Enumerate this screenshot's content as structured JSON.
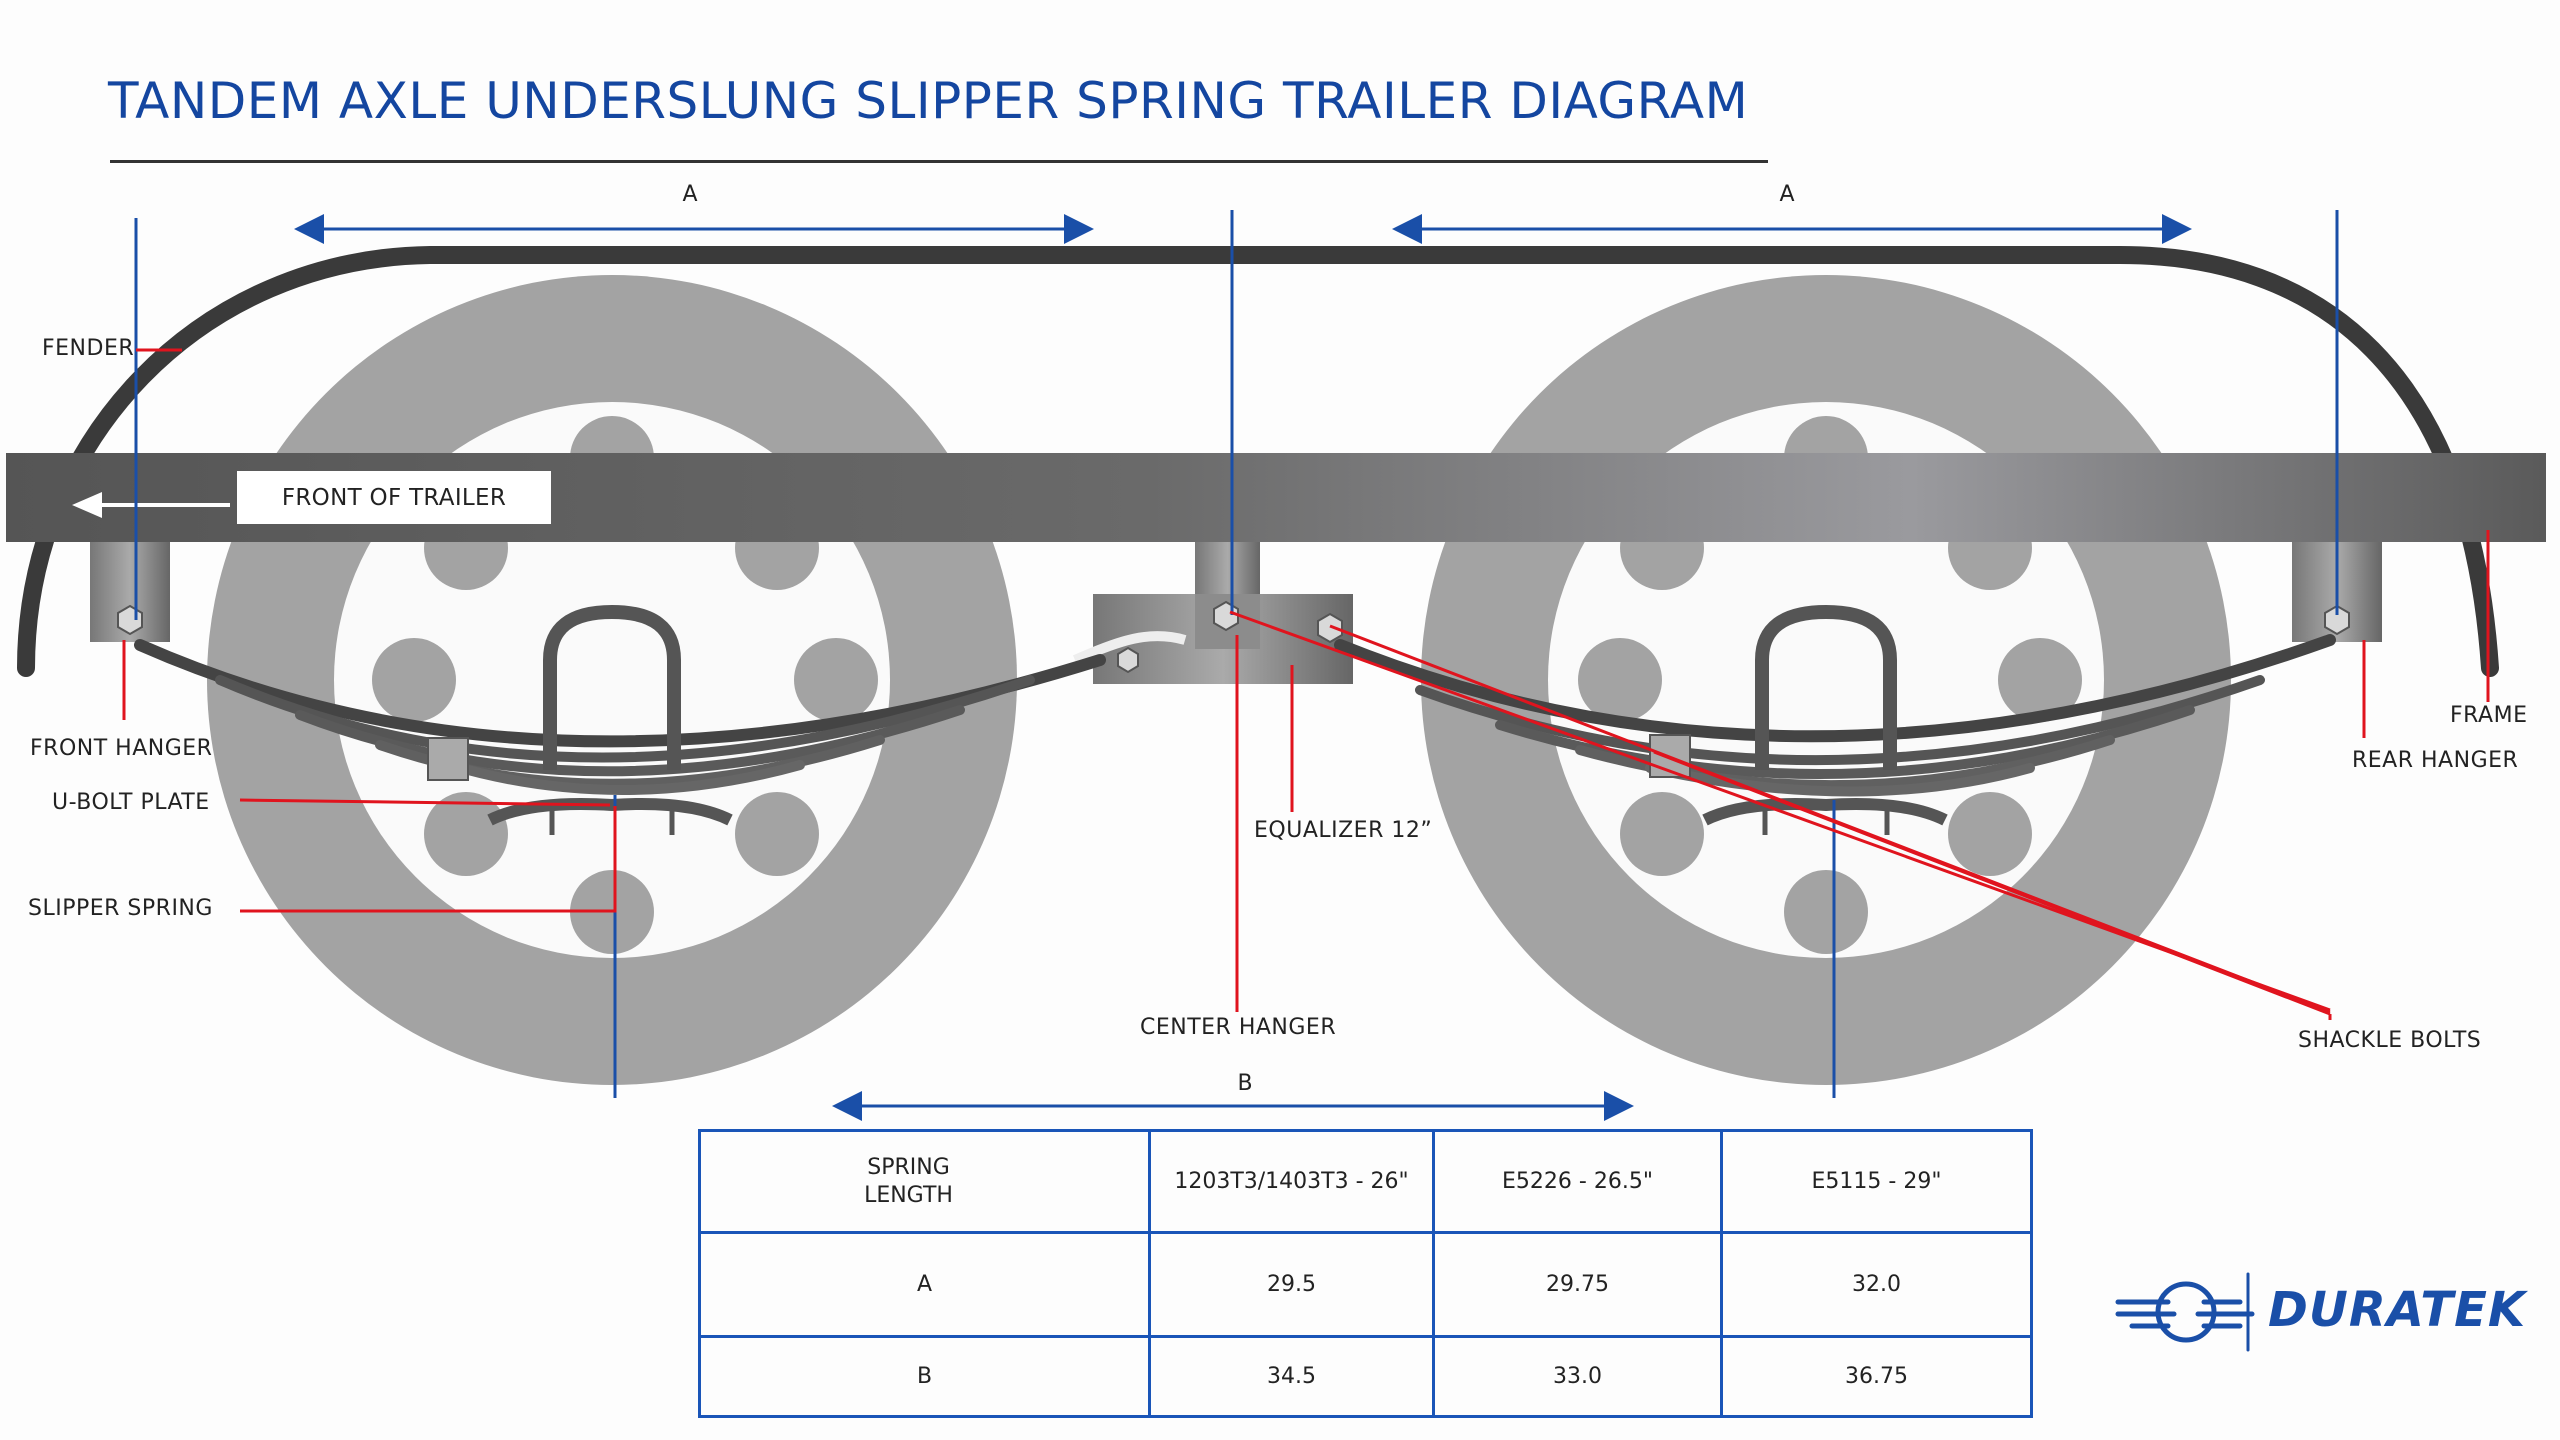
{
  "title": "TANDEM AXLE UNDERSLUNG SLIPPER SPRING TRAILER DIAGRAM",
  "dimensions": {
    "a_left": "A",
    "a_right": "A",
    "b": "B"
  },
  "front_of_trailer": "FRONT OF TRAILER",
  "labels": {
    "fender": "FENDER",
    "front_hanger": "FRONT HANGER",
    "u_bolt_plate": "U-BOLT PLATE",
    "slipper_spring": "SLIPPER SPRING",
    "equalizer": "EQUALIZER 12”",
    "center_hanger": "CENTER HANGER",
    "frame": "FRAME",
    "rear_hanger": "REAR HANGER",
    "shackle_bolts": "SHACKLE BOLTS"
  },
  "table": {
    "header": {
      "label": "SPRING\nLENGTH",
      "cols": [
        "1203T3/1403T3 - 26\"",
        "E5226 - 26.5\"",
        "E5115 - 29\""
      ]
    },
    "rows": [
      {
        "label": "A",
        "values": [
          "29.5",
          "29.75",
          "32.0"
        ]
      },
      {
        "label": "B",
        "values": [
          "34.5",
          "33.0",
          "36.75"
        ]
      }
    ]
  },
  "brand": "DURATEK",
  "colors": {
    "title": "#1446a0",
    "dimension": "#1a4fa8",
    "callout": "#e0141e",
    "table_border": "#1a55b8"
  }
}
